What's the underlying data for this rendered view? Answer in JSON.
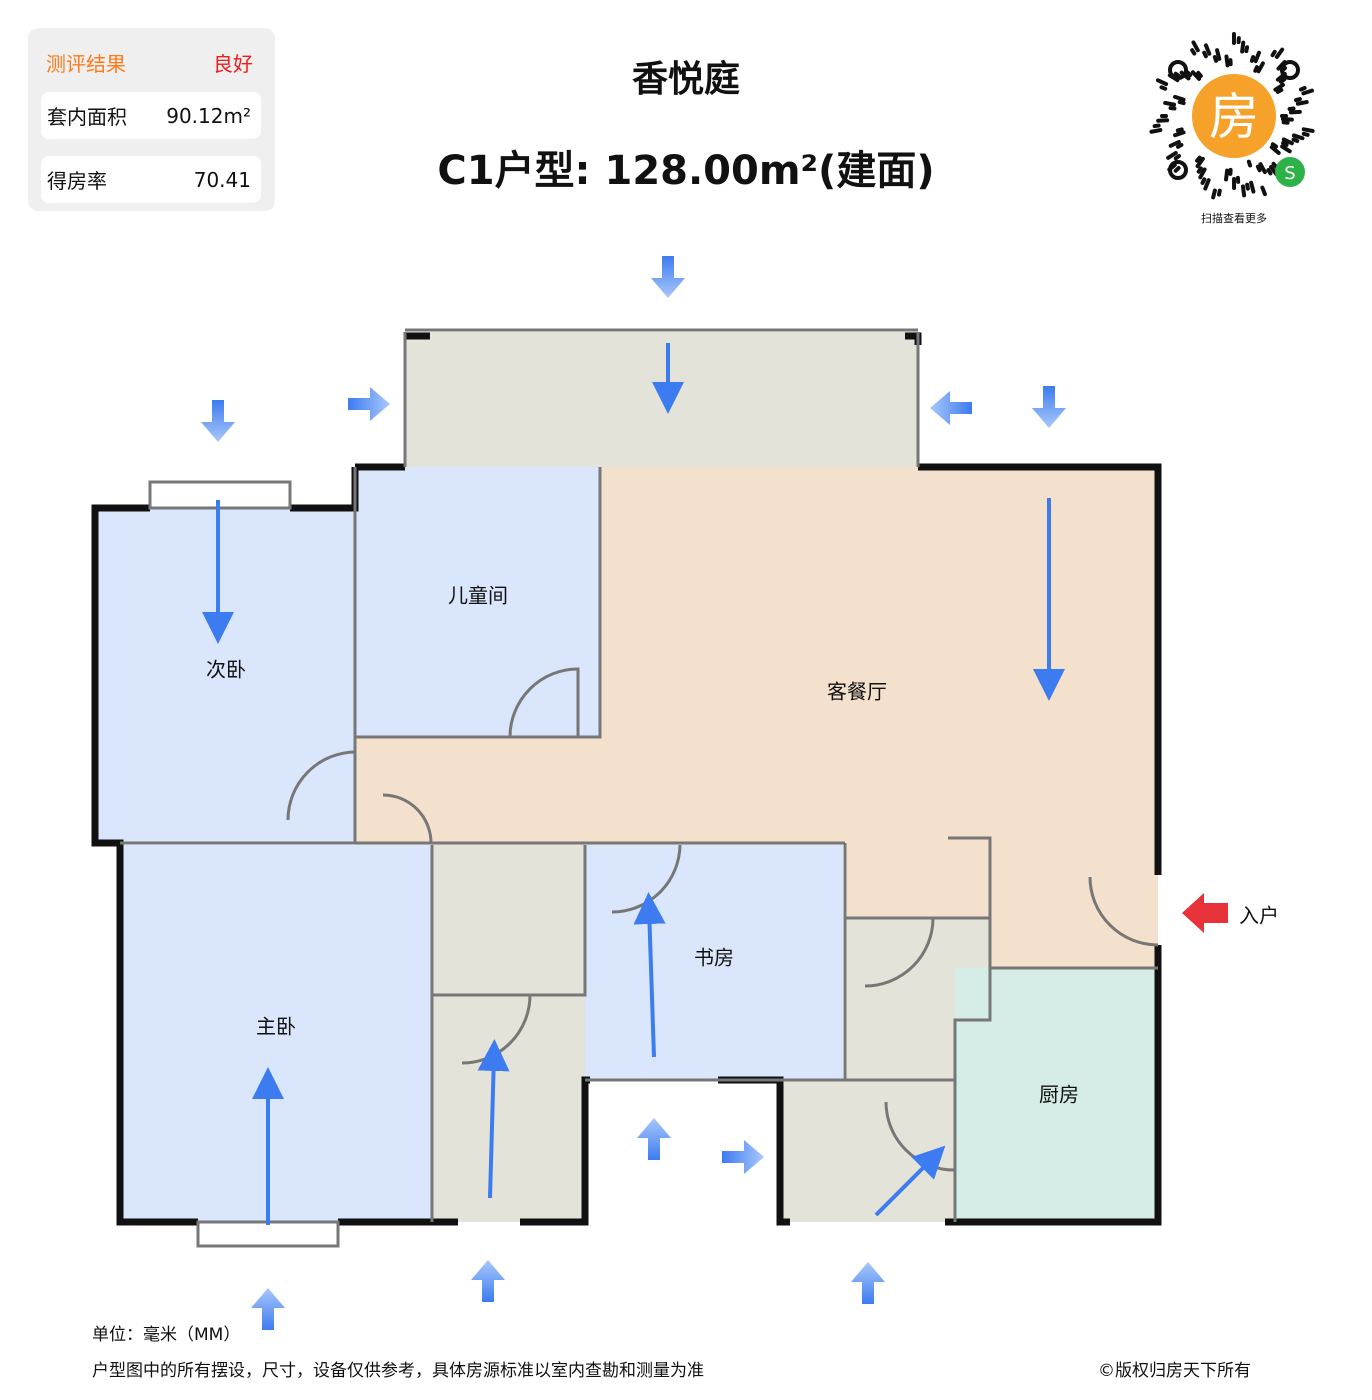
{
  "card": {
    "result_label": "测评结果",
    "result_value": "良好",
    "area_label": "套内面积",
    "area_value": "90.12m²",
    "ratio_label": "得房率",
    "ratio_value": "70.41"
  },
  "title": "香悦庭",
  "subtitle": "C1户型: 128.00m²(建面)",
  "qr": {
    "center_char": "房",
    "caption": "扫描查看更多"
  },
  "rooms": {
    "kids": "儿童间",
    "second": "次卧",
    "living": "客餐厅",
    "master": "主卧",
    "study": "书房",
    "kitchen": "厨房"
  },
  "entry": "入户",
  "footer": {
    "unit": "单位：毫米（MM）",
    "note": "户型图中的所有摆设，尺寸，设备仅供参考，具体房源标准以室内查勘和测量为准",
    "copyright": "©版权归房天下所有"
  },
  "colors": {
    "bedroom": "#dae6fb",
    "living": "#f3e1cd",
    "wet": "#e3e3da",
    "kitchen": "#d5ede6",
    "arrow": "#3d7bf0",
    "entry": "#e8323a",
    "accent": "#ff7a1a"
  }
}
